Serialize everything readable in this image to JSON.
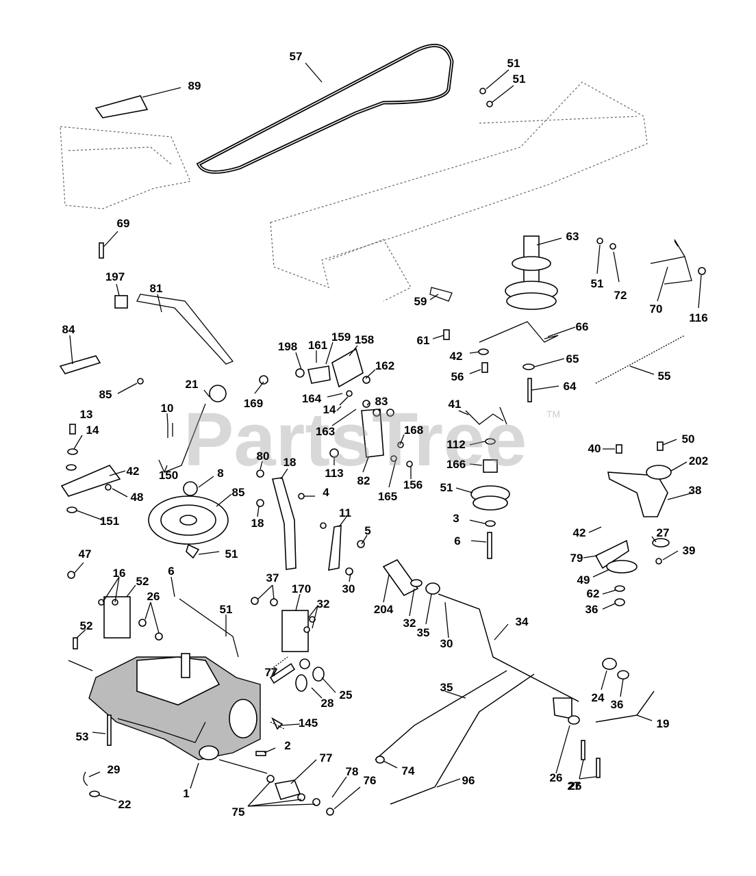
{
  "watermark": "PartsTree",
  "trademark": "TM",
  "callouts": [
    "57",
    "89",
    "51",
    "51",
    "69",
    "63",
    "51",
    "72",
    "70",
    "116",
    "197",
    "81",
    "59",
    "84",
    "198",
    "161",
    "159",
    "158",
    "61",
    "66",
    "162",
    "42",
    "65",
    "56",
    "85",
    "21",
    "169",
    "164",
    "14",
    "55",
    "64",
    "83",
    "10",
    "163",
    "13",
    "168",
    "41",
    "14",
    "112",
    "42",
    "80",
    "18",
    "113",
    "82",
    "165",
    "156",
    "166",
    "40",
    "50",
    "202",
    "150",
    "8",
    "4",
    "51",
    "38",
    "48",
    "85",
    "3",
    "42",
    "27",
    "151",
    "11",
    "5",
    "18",
    "6",
    "39",
    "51",
    "79",
    "49",
    "47",
    "16",
    "52",
    "30",
    "6",
    "204",
    "62",
    "26",
    "32",
    "35",
    "36",
    "51",
    "170",
    "30",
    "34",
    "37",
    "32",
    "52",
    "77",
    "25",
    "24",
    "36",
    "35",
    "28",
    "19",
    "53",
    "145",
    "2",
    "77",
    "74",
    "29",
    "96",
    "22",
    "26",
    "1",
    "78",
    "76",
    "27",
    "26",
    "75"
  ]
}
